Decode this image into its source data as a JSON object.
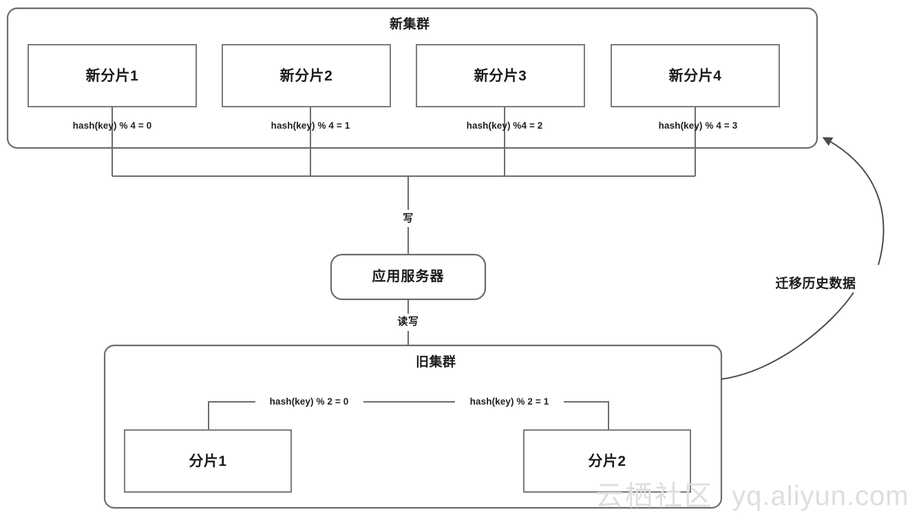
{
  "diagram": {
    "title_new_cluster": "新集群",
    "title_old_cluster": "旧集群",
    "new_cluster": {
      "label": "新集群",
      "shards": [
        {
          "name": "新分片1",
          "hash_rule": "hash(key) % 4 = 0"
        },
        {
          "name": "新分片2",
          "hash_rule": "hash(key) % 4 = 1"
        },
        {
          "name": "新分片3",
          "hash_rule": "hash(key) %4 = 2"
        },
        {
          "name": "新分片4",
          "hash_rule": "hash(key) % 4 = 3"
        }
      ]
    },
    "old_cluster": {
      "label": "旧集群",
      "shards": [
        {
          "name": "分片1",
          "hash_rule": "hash(key) % 2 = 0"
        },
        {
          "name": "分片2",
          "hash_rule": "hash(key) % 2 = 1"
        }
      ]
    },
    "app_server": {
      "label": "应用服务器"
    },
    "edges": {
      "write": "写",
      "read_write": "读写",
      "migrate": "迁移历史数据"
    },
    "watermark": {
      "cn": "云栖社区",
      "url": "yq.aliyun.com"
    },
    "colors": {
      "stroke": "#6b6b6b",
      "text": "#1a1a1a",
      "background": "#ffffff",
      "watermark": "#dedede"
    }
  }
}
